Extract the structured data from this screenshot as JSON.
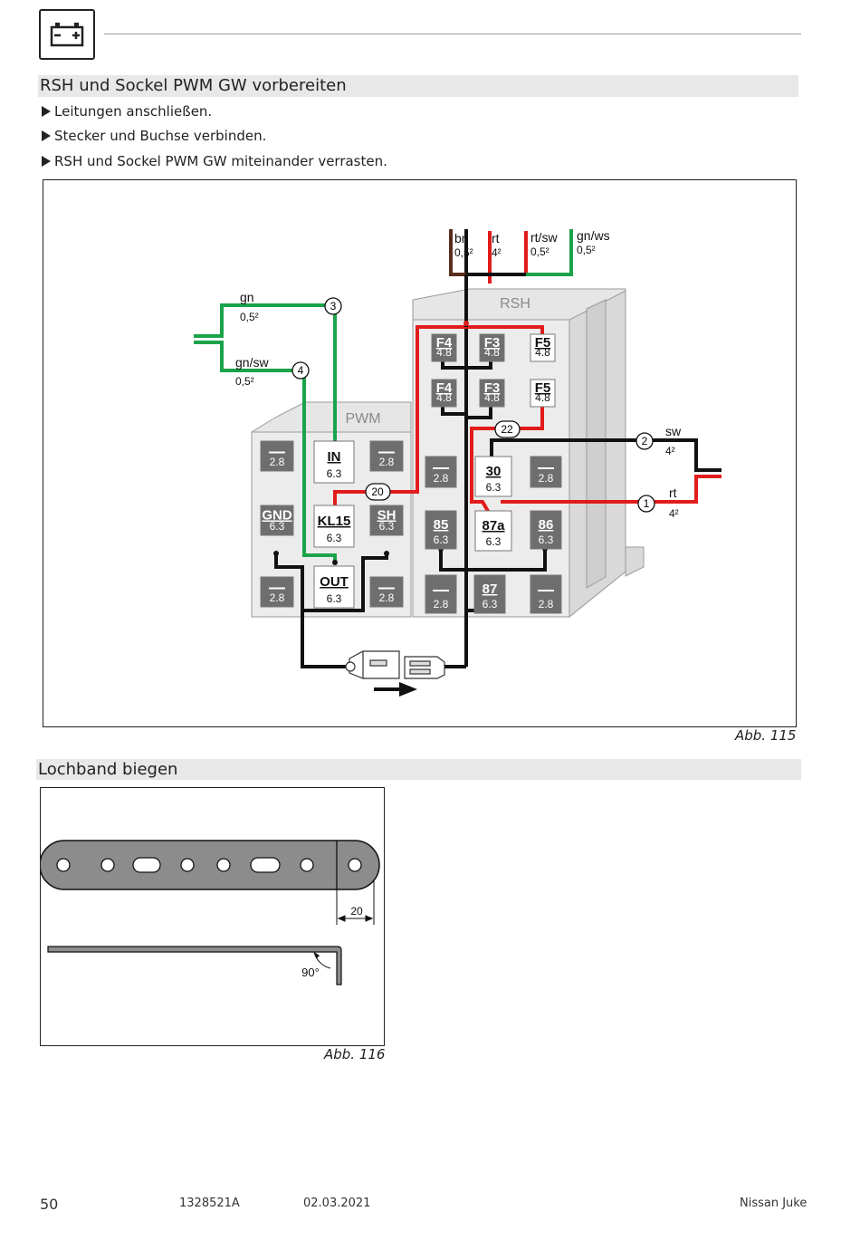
{
  "header": {
    "icon": "battery-icon"
  },
  "section1": {
    "title": "RSH und Sockel PWM GW vorbereiten",
    "steps": [
      "Leitungen anschließen.",
      "Stecker und Buchse verbinden.",
      "RSH und Sockel PWM GW miteinander verrasten."
    ]
  },
  "figure115": {
    "caption": "Abb. 115",
    "rsh_label": "RSH",
    "pwm_label": "PWM",
    "top_wires": [
      {
        "color_name": "br",
        "size": "0,5²",
        "color": "#5a2d1e"
      },
      {
        "color_name": "rt",
        "size": "4²",
        "color": "#e21b1b"
      },
      {
        "color_name": "rt/sw",
        "size": "0,5²",
        "color": "#e21b1b"
      },
      {
        "color_name": "gn/ws",
        "size": "0,5²",
        "color": "#1aa34a"
      }
    ],
    "left_wires": [
      {
        "color_name": "gn",
        "size": "0,5²"
      },
      {
        "color_name": "gn/sw",
        "size": "0,5²"
      }
    ],
    "right_wires": [
      {
        "color_name": "sw",
        "size": "4²"
      },
      {
        "color_name": "rt",
        "size": "4²"
      }
    ],
    "markers": [
      "1",
      "2",
      "3",
      "4",
      "20",
      "22"
    ],
    "pwm_terminals": [
      {
        "name": "",
        "size": "2.8"
      },
      {
        "name": "IN",
        "size": "6.3"
      },
      {
        "name": "",
        "size": "2.8"
      },
      {
        "name": "GND",
        "size": "6.3"
      },
      {
        "name": "KL15",
        "size": "6.3"
      },
      {
        "name": "SH",
        "size": "6.3"
      },
      {
        "name": "",
        "size": "2.8"
      },
      {
        "name": "OUT",
        "size": "6.3"
      },
      {
        "name": "",
        "size": "2.8"
      }
    ],
    "rsh_fuses": [
      {
        "name": "F4",
        "size": "4.8"
      },
      {
        "name": "F3",
        "size": "4.8"
      },
      {
        "name": "F5",
        "size": "4.8"
      },
      {
        "name": "F4",
        "size": "4.8"
      },
      {
        "name": "F3",
        "size": "4.8"
      },
      {
        "name": "F5",
        "size": "4.8"
      }
    ],
    "rsh_terminals": [
      {
        "name": "",
        "size": "2.8"
      },
      {
        "name": "30",
        "size": "6.3"
      },
      {
        "name": "",
        "size": "2.8"
      },
      {
        "name": "85",
        "size": "6.3"
      },
      {
        "name": "87a",
        "size": "6.3"
      },
      {
        "name": "86",
        "size": "6.3"
      },
      {
        "name": "",
        "size": "2.8"
      },
      {
        "name": "87",
        "size": "6.3"
      },
      {
        "name": "",
        "size": "2.8"
      }
    ],
    "colors": {
      "red": "#e21b1b",
      "green": "#1aa34a",
      "black": "#111111",
      "brown": "#5a2d1e",
      "dark_box": "#6e6e6e",
      "housing": "#e6e6e6"
    }
  },
  "section2": {
    "title": "Lochband biegen"
  },
  "figure116": {
    "caption": "Abb. 116",
    "dimension": "20",
    "angle": "90°"
  },
  "footer": {
    "page": "50",
    "doc_number": "1328521A",
    "date": "02.03.2021",
    "vehicle": "Nissan Juke"
  }
}
